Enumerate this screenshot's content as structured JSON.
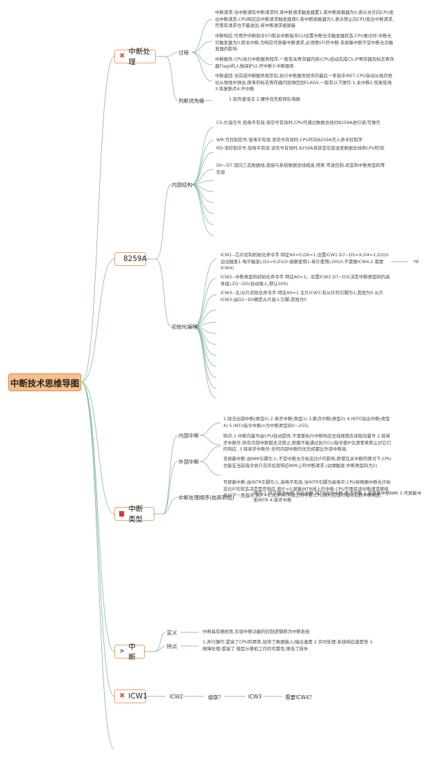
{
  "root": "中断技术思维导图",
  "branches": {
    "b1": {
      "title": "中断处理",
      "icon": "tools-icon",
      "guocheng": "过程",
      "p1": "中断请求:当中断源有中断请求时,将中断请求触发器置1,若中断屏蔽器为0,表示允许向CPU发出中断请求,CPU响应后中断请求触发器请0,若中断屏蔽器为1,表示禁止向CPU发出中断请求,尽管有请求也不能送出,将中断请求被屏蔽",
      "p2": "中断响应:可用开中断指令STI和关中断指令CLI设置中断允许触发器状态,CPU复位时,中断允许触发器为0,即关中断,为响应可屏蔽中断请求,必须用STI开中断.非屏蔽中断不受中断允许触发器的影响",
      "p3": "中断服务:CPU执行中断服务程序,一般有关寄存器内容(CPU自动完成CS,IP寄存器及标志寄存器Flags的入栈保护)2.开中断3.中断服务",
      "p4": "中断返回:当完成中断服务程序后,执行中断服务程序的最后一条指令IRET,CPU自动从栈点地址从堆栈中弹出,原来的标志寄存器内容弹回到FLAGS.一般有以下操作:1.关中断2.恢复现场3.恢复断点4.开中断",
      "youxian": "判断优先级",
      "youxian_text": "1.软件查询法 2.硬件优先权排队电路"
    },
    "b2": {
      "title": "8259A",
      "neibu": "内部结构",
      "cs": "CS:片选信号,低电平有效.该信号有效时,CPU可通过数据总线对8259A进行读/写操作",
      "wr": "WR:写控制信号,低电平有效.该信号有效时,CPU可向8259A写入命令控制字",
      "rd": "RD:读控制信号,低电平有效.该信号有效时,8259A将状态信息送至数据总线供CPU检测.",
      "d0": "D0~D7:双向三态数据线,直接与系统数据总线相连,用来 传送控制,状态和中断类型码等信息",
      "chushihua": "初始化编程",
      "icw1": "ICW1--芯片控制初始化命令字.特征A0=0,D4=1.设置ICW1:D7~D5=X,D4=1,D3(0:边沿触发1:电平触发),D2=0,D1(0:级联使用1:单片使用),D0(0:不需要ICW4,1:需要ICW4)",
      "vp": "vp",
      "icw2": "ICW2--中断类型码初始化命令字.特征A0=1。设置ICW2:D7~D3(决定中断类型码的具体值),D2~D0(自动填入,默认000)",
      "icw3": "ICW3--主/从片初始化命令字.特征A0=1.主片ICW3:有从片的引脚为1,其他为0.从片ICW3:由D2~D0确定从片接入引脚,其他为0"
    },
    "b3": {
      "title": "中断类型",
      "neibu": "内部中断",
      "t1": "1.除法出错中断(类型0) 2.单步中断(类型1) 3.断点中断(类型3) 4.INTO溢出中断(类型4) 5.INTn指令中断(n为中断类型码0~255)",
      "t2": "特点:1.中断向量号由CPU自动提供,不需要执行中断响应总线周期去读取向量号 2.除单步中断外,所有内部中断都无法禁止,即都不能通过执行CLI指令使IF位清零来禁止对它们的响应. 3.除单步中断外,任何内部中断的优先权都比外部中断高.",
      "waibu": "外部中断",
      "t3": "非屏蔽中断:由NMI引脚引入,不受中断允许标志位IF的影响,即使在关中断的情况下,CPU也能在当前指令执行完毕后就响应NMI上的中断请求.(边缘触发,中断类型码为2)",
      "t4": "可屏蔽中断:由INTR引脚引入,高电平有效,当INTR引脚为高电平,CPU将根据中断允许标志位IF的状态决定是否响应.若IF=0,屏蔽INTR线上的中断,CPU不理会该中断请求继续执行下一条指令;若IF=1,允许INTR线上的中断,CPU执行完现行指令后转中断响应.",
      "shunxu": "中断处理顺序(由高到低)",
      "t5": "顺序:1.除法错误中断,溢出中断,INTN指令中断,断点中断 2.非屏蔽中断NMI 3.可屏蔽中断INTR 4.单步中断"
    },
    "b4": {
      "title": "中断",
      "icon": "paper-plane-icon",
      "dingyi": "定义",
      "dingyi_text": "中断具有随机性,实现中断功能的控制逻辑称为中断系统",
      "tedian": "特点",
      "tedian_text": "1.并行操作:提高了CPU利用率,加快了数据输入/输出速度 2.实时处理:系统响应速度快 3.故障处理:提高了 微型计算机工作的可靠性,降低了损失"
    },
    "b5": {
      "title": "ICW1",
      "icon": "tools-icon",
      "icw2": "ICW2",
      "jilian": "级联？",
      "icw3": "ICW3",
      "icw4": "需要ICW4？"
    }
  },
  "colors": {
    "line": "#8fc0a6",
    "node_border": "#e8a06a",
    "root_fill": "#f6c08b",
    "flag": "#e53333",
    "icon": "#e05a3a",
    "plane": "#3a8ee6"
  }
}
